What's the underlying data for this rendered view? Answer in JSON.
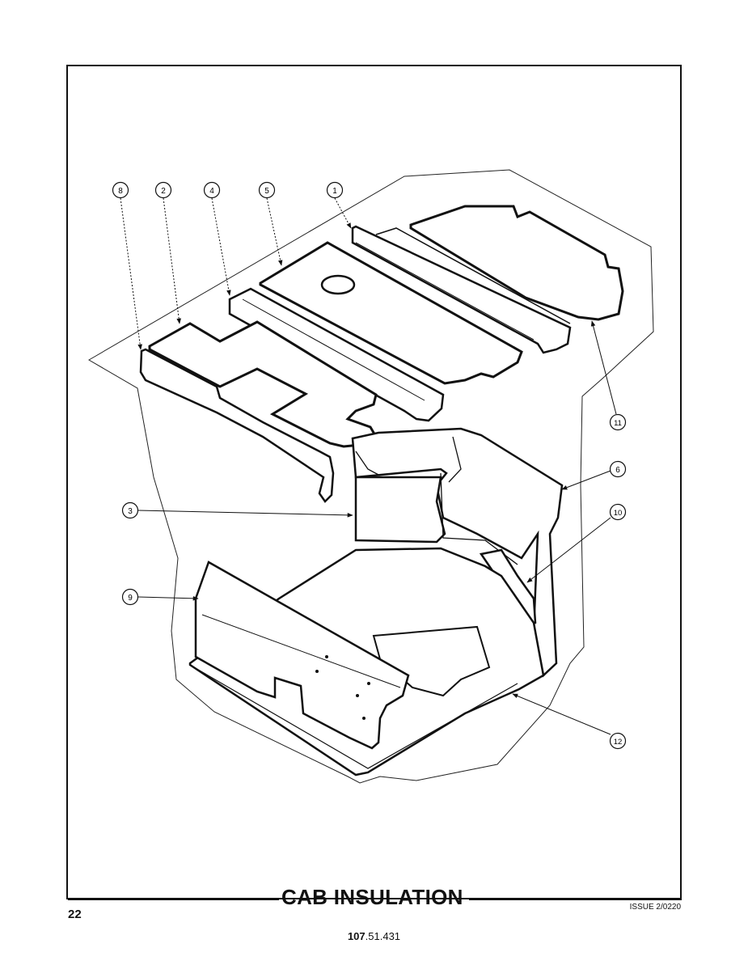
{
  "title": "CAB INSULATION",
  "page_number": "22",
  "issue": "ISSUE 2/0220",
  "part_number_bold": "107",
  "part_number_rest": ".51.431",
  "callouts": [
    {
      "id": "8",
      "label": "8"
    },
    {
      "id": "2",
      "label": "2"
    },
    {
      "id": "4",
      "label": "4"
    },
    {
      "id": "5",
      "label": "5"
    },
    {
      "id": "1",
      "label": "1"
    },
    {
      "id": "11",
      "label": "11"
    },
    {
      "id": "6",
      "label": "6"
    },
    {
      "id": "10",
      "label": "10"
    },
    {
      "id": "3",
      "label": "3"
    },
    {
      "id": "9",
      "label": "9"
    },
    {
      "id": "12",
      "label": "12"
    }
  ]
}
